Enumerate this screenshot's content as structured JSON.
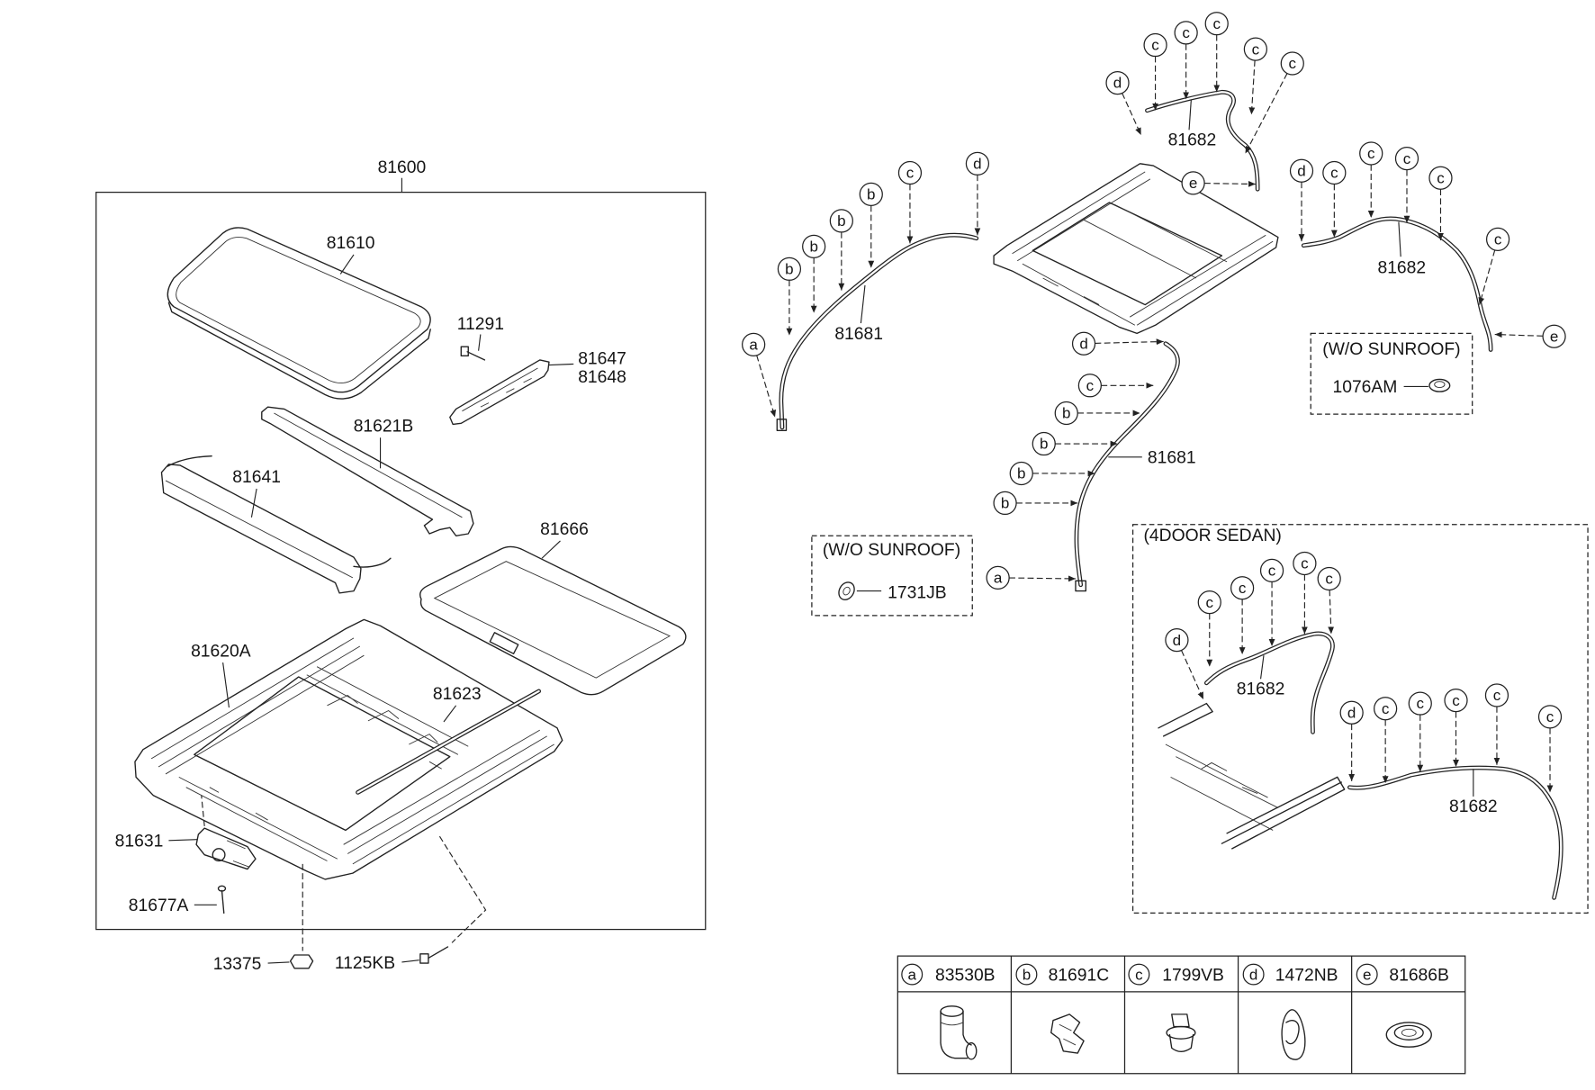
{
  "assembly": {
    "label": "81600",
    "glass": "81610",
    "bolt": "11291",
    "bracket_1": "81647",
    "bracket_2": "81648",
    "front_frame": "81621B",
    "deflector": "81641",
    "sunshade": "81666",
    "frame": "81620A",
    "seal": "81623",
    "motor": "81631",
    "screw": "81677A",
    "nut": "13375",
    "frame_bolt": "1125KB"
  },
  "drain_hoses": {
    "front_top": "81682",
    "front_left": "81681",
    "rear_right": "81682",
    "rear_center": "81681"
  },
  "wo_sunroof_right": {
    "title": "(W/O SUNROOF)",
    "part": "1076AM"
  },
  "wo_sunroof_left": {
    "title": "(W/O SUNROOF)",
    "part": "1731JB"
  },
  "sedan": {
    "title": "(4DOOR SEDAN)",
    "hose_front": "81682",
    "hose_side": "81682"
  },
  "callouts": {
    "top_hose": [
      "c",
      "c",
      "c",
      "c",
      "c",
      "d",
      "e"
    ],
    "left_hose": [
      "c",
      "d",
      "b",
      "b",
      "b",
      "b",
      "a"
    ],
    "right_hose": [
      "d",
      "c",
      "c",
      "c",
      "c",
      "c",
      "e"
    ],
    "center_hose": [
      "d",
      "c",
      "b",
      "b",
      "b",
      "b",
      "a"
    ],
    "sedan_front": [
      "c",
      "c",
      "c",
      "c",
      "c",
      "d"
    ],
    "sedan_side": [
      "d",
      "c",
      "c",
      "c",
      "c",
      "c"
    ]
  },
  "legend": [
    {
      "letter": "a",
      "part": "83530B"
    },
    {
      "letter": "b",
      "part": "81691C"
    },
    {
      "letter": "c",
      "part": "1799VB"
    },
    {
      "letter": "d",
      "part": "1472NB"
    },
    {
      "letter": "e",
      "part": "81686B"
    }
  ]
}
